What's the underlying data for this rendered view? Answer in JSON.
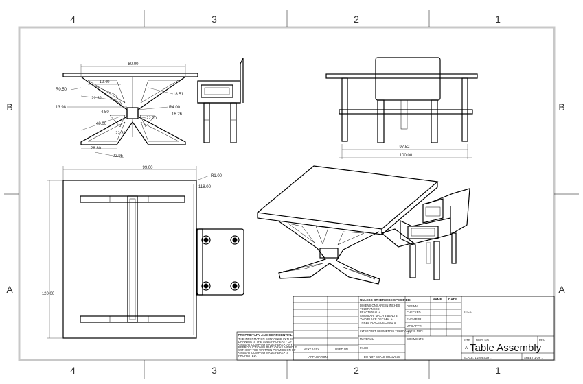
{
  "sheet": {
    "zones_top": [
      "4",
      "3",
      "2",
      "1"
    ],
    "zones_bottom": [
      "4",
      "3",
      "2",
      "1"
    ],
    "zones_left": [
      "B",
      "A"
    ],
    "zones_right": [
      "B",
      "A"
    ]
  },
  "front_view": {
    "dims": {
      "width_80": "80.00",
      "d_12_40": "12.40",
      "r0_50": "R0.50",
      "d_22_32a": "22.32",
      "d_13_98": "13.98",
      "d_4_50": "4.50",
      "d_40_00": "40.00",
      "d_28_80": "28.80",
      "d_22_95": "22.95",
      "d_18_51": "18.51",
      "r4_00": "R4.00",
      "d_16_26": "16.26",
      "d_22_70": "22.70",
      "d_22_32b": "22.32"
    }
  },
  "right_view": {
    "dims": {
      "d_97_52": "97.52",
      "d_100_00": "100.00"
    }
  },
  "top_view": {
    "dims": {
      "d_99_00": "99.00",
      "r1_00": "R1.00",
      "d_118_00": "118.00",
      "d_120_00": "120.00"
    }
  },
  "title_block": {
    "unless_specified": "UNLESS OTHERWISE SPECIFIED:",
    "spec_lines": [
      "DIMENSIONS ARE IN INCHES",
      "TOLERANCES:",
      "FRACTIONAL ±",
      "ANGULAR: MACH ±  BEND ±",
      "TWO PLACE DECIMAL  ±",
      "THREE PLACE DECIMAL  ±"
    ],
    "interpret": "INTERPRET GEOMETRIC TOLERANCING PER:",
    "material": "MATERIAL",
    "finish": "FINISH",
    "next_assy": "NEXT ASSY",
    "used_on": "USED ON",
    "application": "APPLICATION",
    "do_not_scale": "DO NOT SCALE DRAWING",
    "name": "NAME",
    "date": "DATE",
    "drawn": "DRAWN",
    "checked": "CHECKED",
    "eng_appr": "ENG APPR.",
    "mfg_appr": "MFG APPR.",
    "qa": "Q.A.",
    "comments": "COMMENTS:",
    "title_label": "TITLE:",
    "size": "SIZE",
    "dwg_no": "DWG.  NO.",
    "size_val": "A",
    "rev": "REV",
    "drawing_title": "Table Assembly",
    "scale": "SCALE: 1:2  WEIGHT:",
    "sheet": "SHEET 1 OF 1",
    "proprietary_title": "PROPRIETARY AND CONFIDENTIAL",
    "proprietary_lines": [
      "THE INFORMATION CONTAINED IN THIS",
      "DRAWING IS THE SOLE PROPERTY OF",
      "<INSERT COMPANY NAME HERE>. ANY",
      "REPRODUCTION IN PART OR AS A WHOLE",
      "WITHOUT THE WRITTEN PERMISSION OF",
      "<INSERT COMPANY NAME HERE> IS",
      "PROHIBITED."
    ]
  }
}
